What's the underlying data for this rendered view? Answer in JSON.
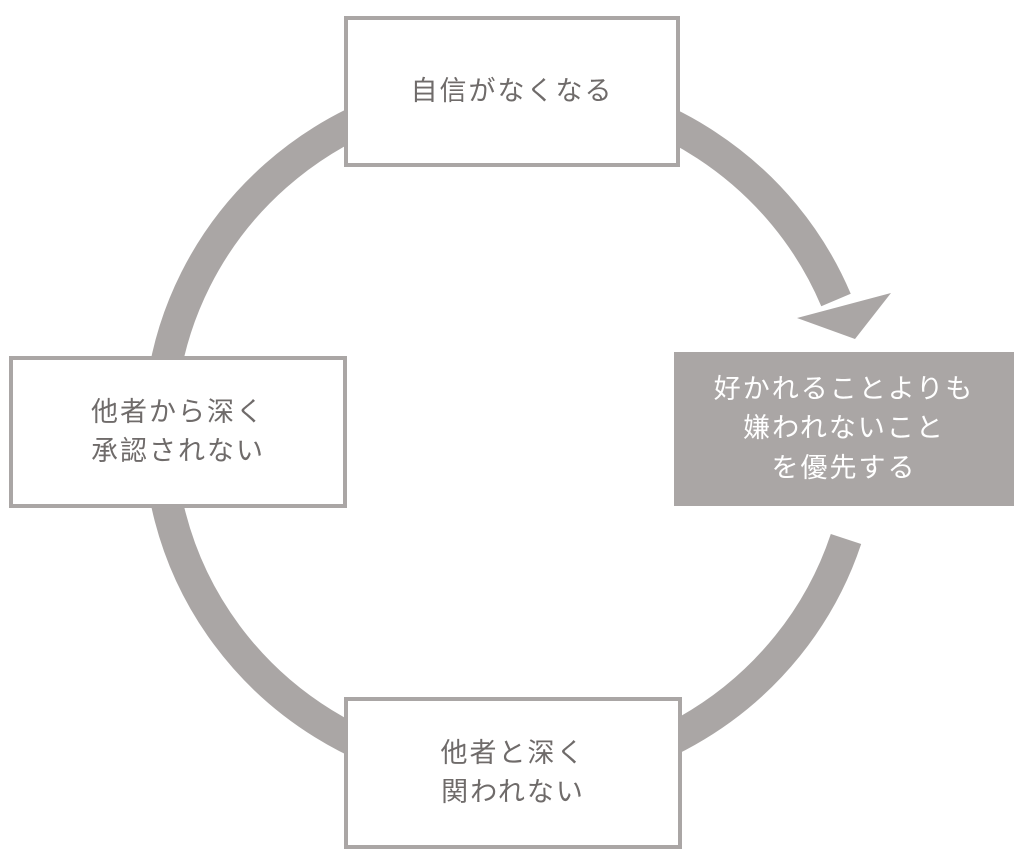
{
  "colors": {
    "ring": "#aaa6a5",
    "text": "#6f6b6a",
    "highlight_text": "#ffffff"
  },
  "nodes": {
    "top": "自信がなくなる",
    "right": "好かれることよりも\n嫌われないこと\nを優先する",
    "bottom": "他者と深く\n関われない",
    "left": "他者から深く\n承認されない"
  }
}
